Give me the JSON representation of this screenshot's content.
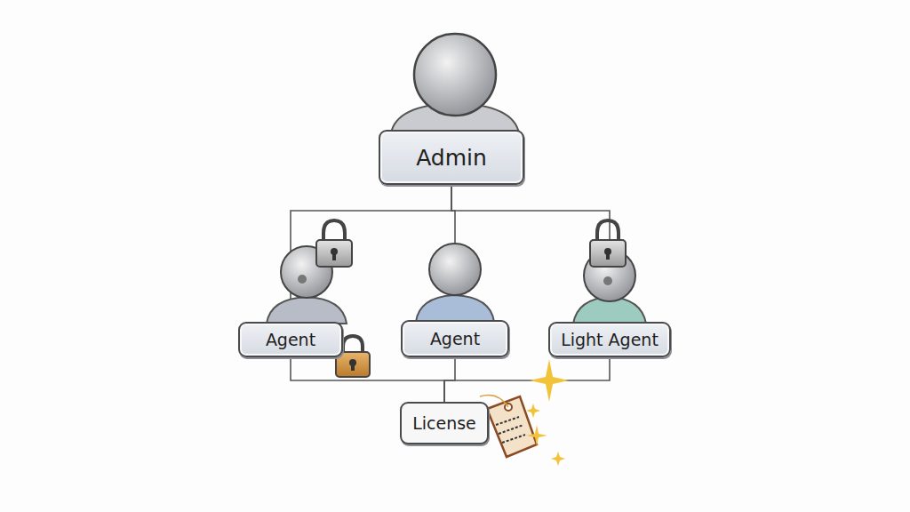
{
  "diagram": {
    "nodes": [
      {
        "text": [
          "Admin"
        ]
      },
      {
        "text": [
          "Agent"
        ]
      },
      {
        "text": [
          "Agent"
        ]
      },
      {
        "text": [
          "Light Agent"
        ]
      },
      {
        "text": [
          "License"
        ]
      }
    ],
    "edges": [
      {
        "from": 0,
        "to": 1,
        "arrow": "none"
      },
      {
        "from": 0,
        "to": 2,
        "arrow": "none"
      },
      {
        "from": 0,
        "to": 3,
        "arrow": "none"
      },
      {
        "from": 1,
        "to": 4,
        "arrow": "none"
      },
      {
        "from": 2,
        "to": 4,
        "arrow": "none"
      },
      {
        "from": 3,
        "to": 4,
        "arrow": "none"
      }
    ]
  }
}
